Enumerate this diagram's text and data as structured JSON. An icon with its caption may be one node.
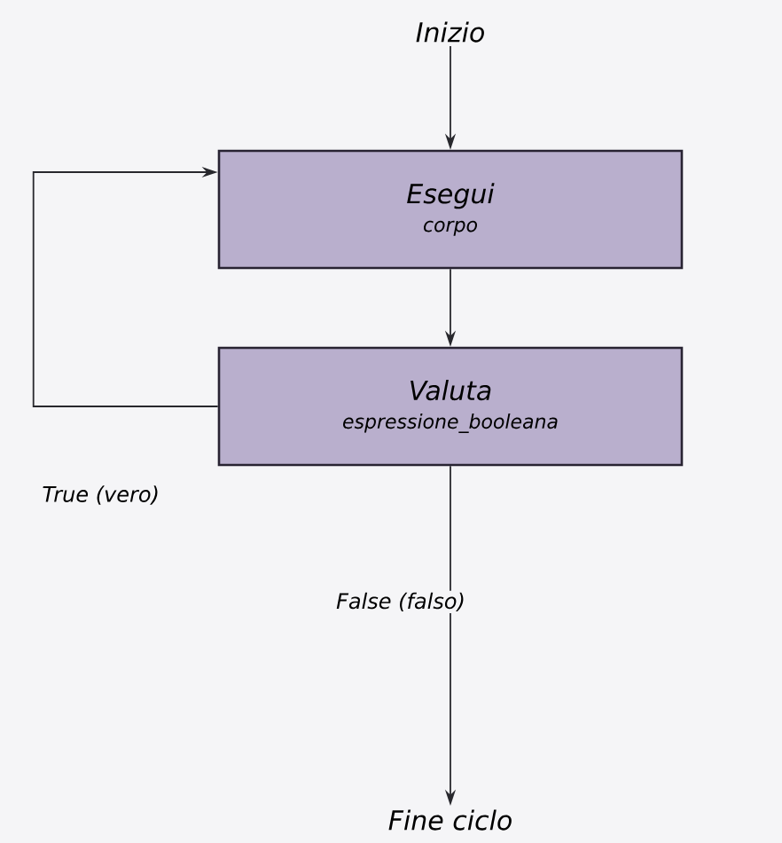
{
  "diagram": {
    "nodes": [
      {
        "text": [
          "Inizio"
        ]
      },
      {
        "text": [
          "Esegui",
          "corpo"
        ]
      },
      {
        "text": [
          "Valuta",
          "espressione_booleana"
        ]
      },
      {
        "text": [
          "Fine ciclo"
        ]
      }
    ],
    "edges": [
      {
        "from": 0,
        "to": 1,
        "arrow": "to"
      },
      {
        "from": 1,
        "to": 2,
        "arrow": "to"
      },
      {
        "from": 2,
        "to": 1,
        "arrow": "to",
        "label": "True (vero)"
      },
      {
        "from": 2,
        "to": 3,
        "arrow": "to",
        "label": "False (falso)"
      }
    ]
  }
}
